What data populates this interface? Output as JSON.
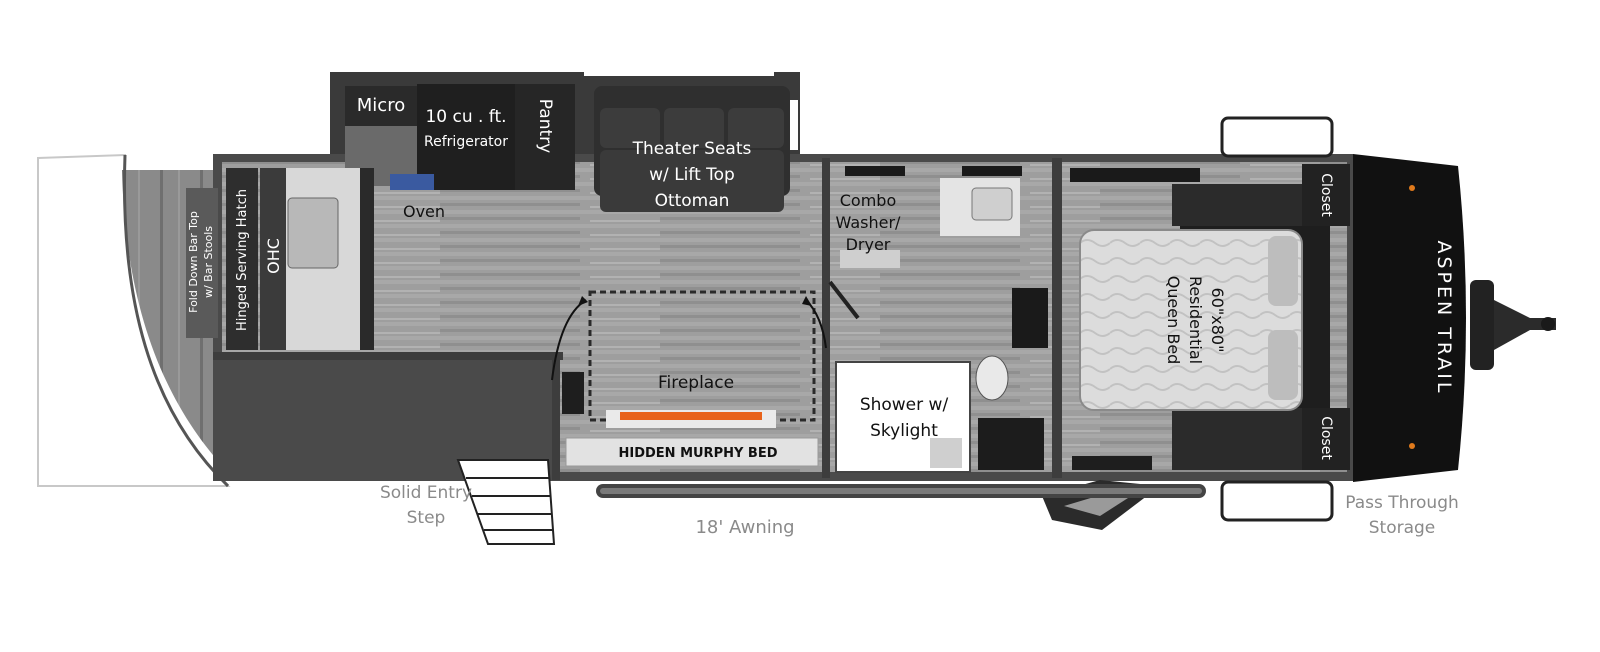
{
  "labels": {
    "micro": "Micro",
    "refrigerator_line1": "10 cu . ft.",
    "refrigerator_line2": "Refrigerator",
    "pantry": "Pantry",
    "theater_line1": "Theater Seats",
    "theater_line2": "w/ Lift Top",
    "theater_line3": "Ottoman",
    "oven": "Oven",
    "ohc": "OHC",
    "hinged_hatch": "Hinged Serving Hatch",
    "bar_top_line1": "Fold Down Bar Top",
    "bar_top_line2": "w/ Bar Stools",
    "fireplace": "Fireplace",
    "murphy_bed": "HIDDEN MURPHY BED",
    "washer_line1": "Combo",
    "washer_line2": "Washer/",
    "washer_line3": "Dryer",
    "shower_line1": "Shower w/",
    "shower_line2": "Skylight",
    "bed_line1": "60\"x80\"",
    "bed_line2": "Residential",
    "bed_line3": "Queen Bed",
    "closet_top": "Closet",
    "closet_bottom": "Closet",
    "brand": "ASPEN TRAIL",
    "entry_step_line1": "Solid Entry",
    "entry_step_line2": "Step",
    "awning": "18' Awning",
    "storage_line1": "Pass Through",
    "storage_line2": "Storage"
  },
  "colors": {
    "wall": "#4a4a4a",
    "floor": "#a9a9a9",
    "floor_dark": "#7d7d7d",
    "cabinet": "#2c2c2c",
    "front_cap": "#111111",
    "countertop": "#d9d9d9",
    "fire": "#e8621a"
  }
}
